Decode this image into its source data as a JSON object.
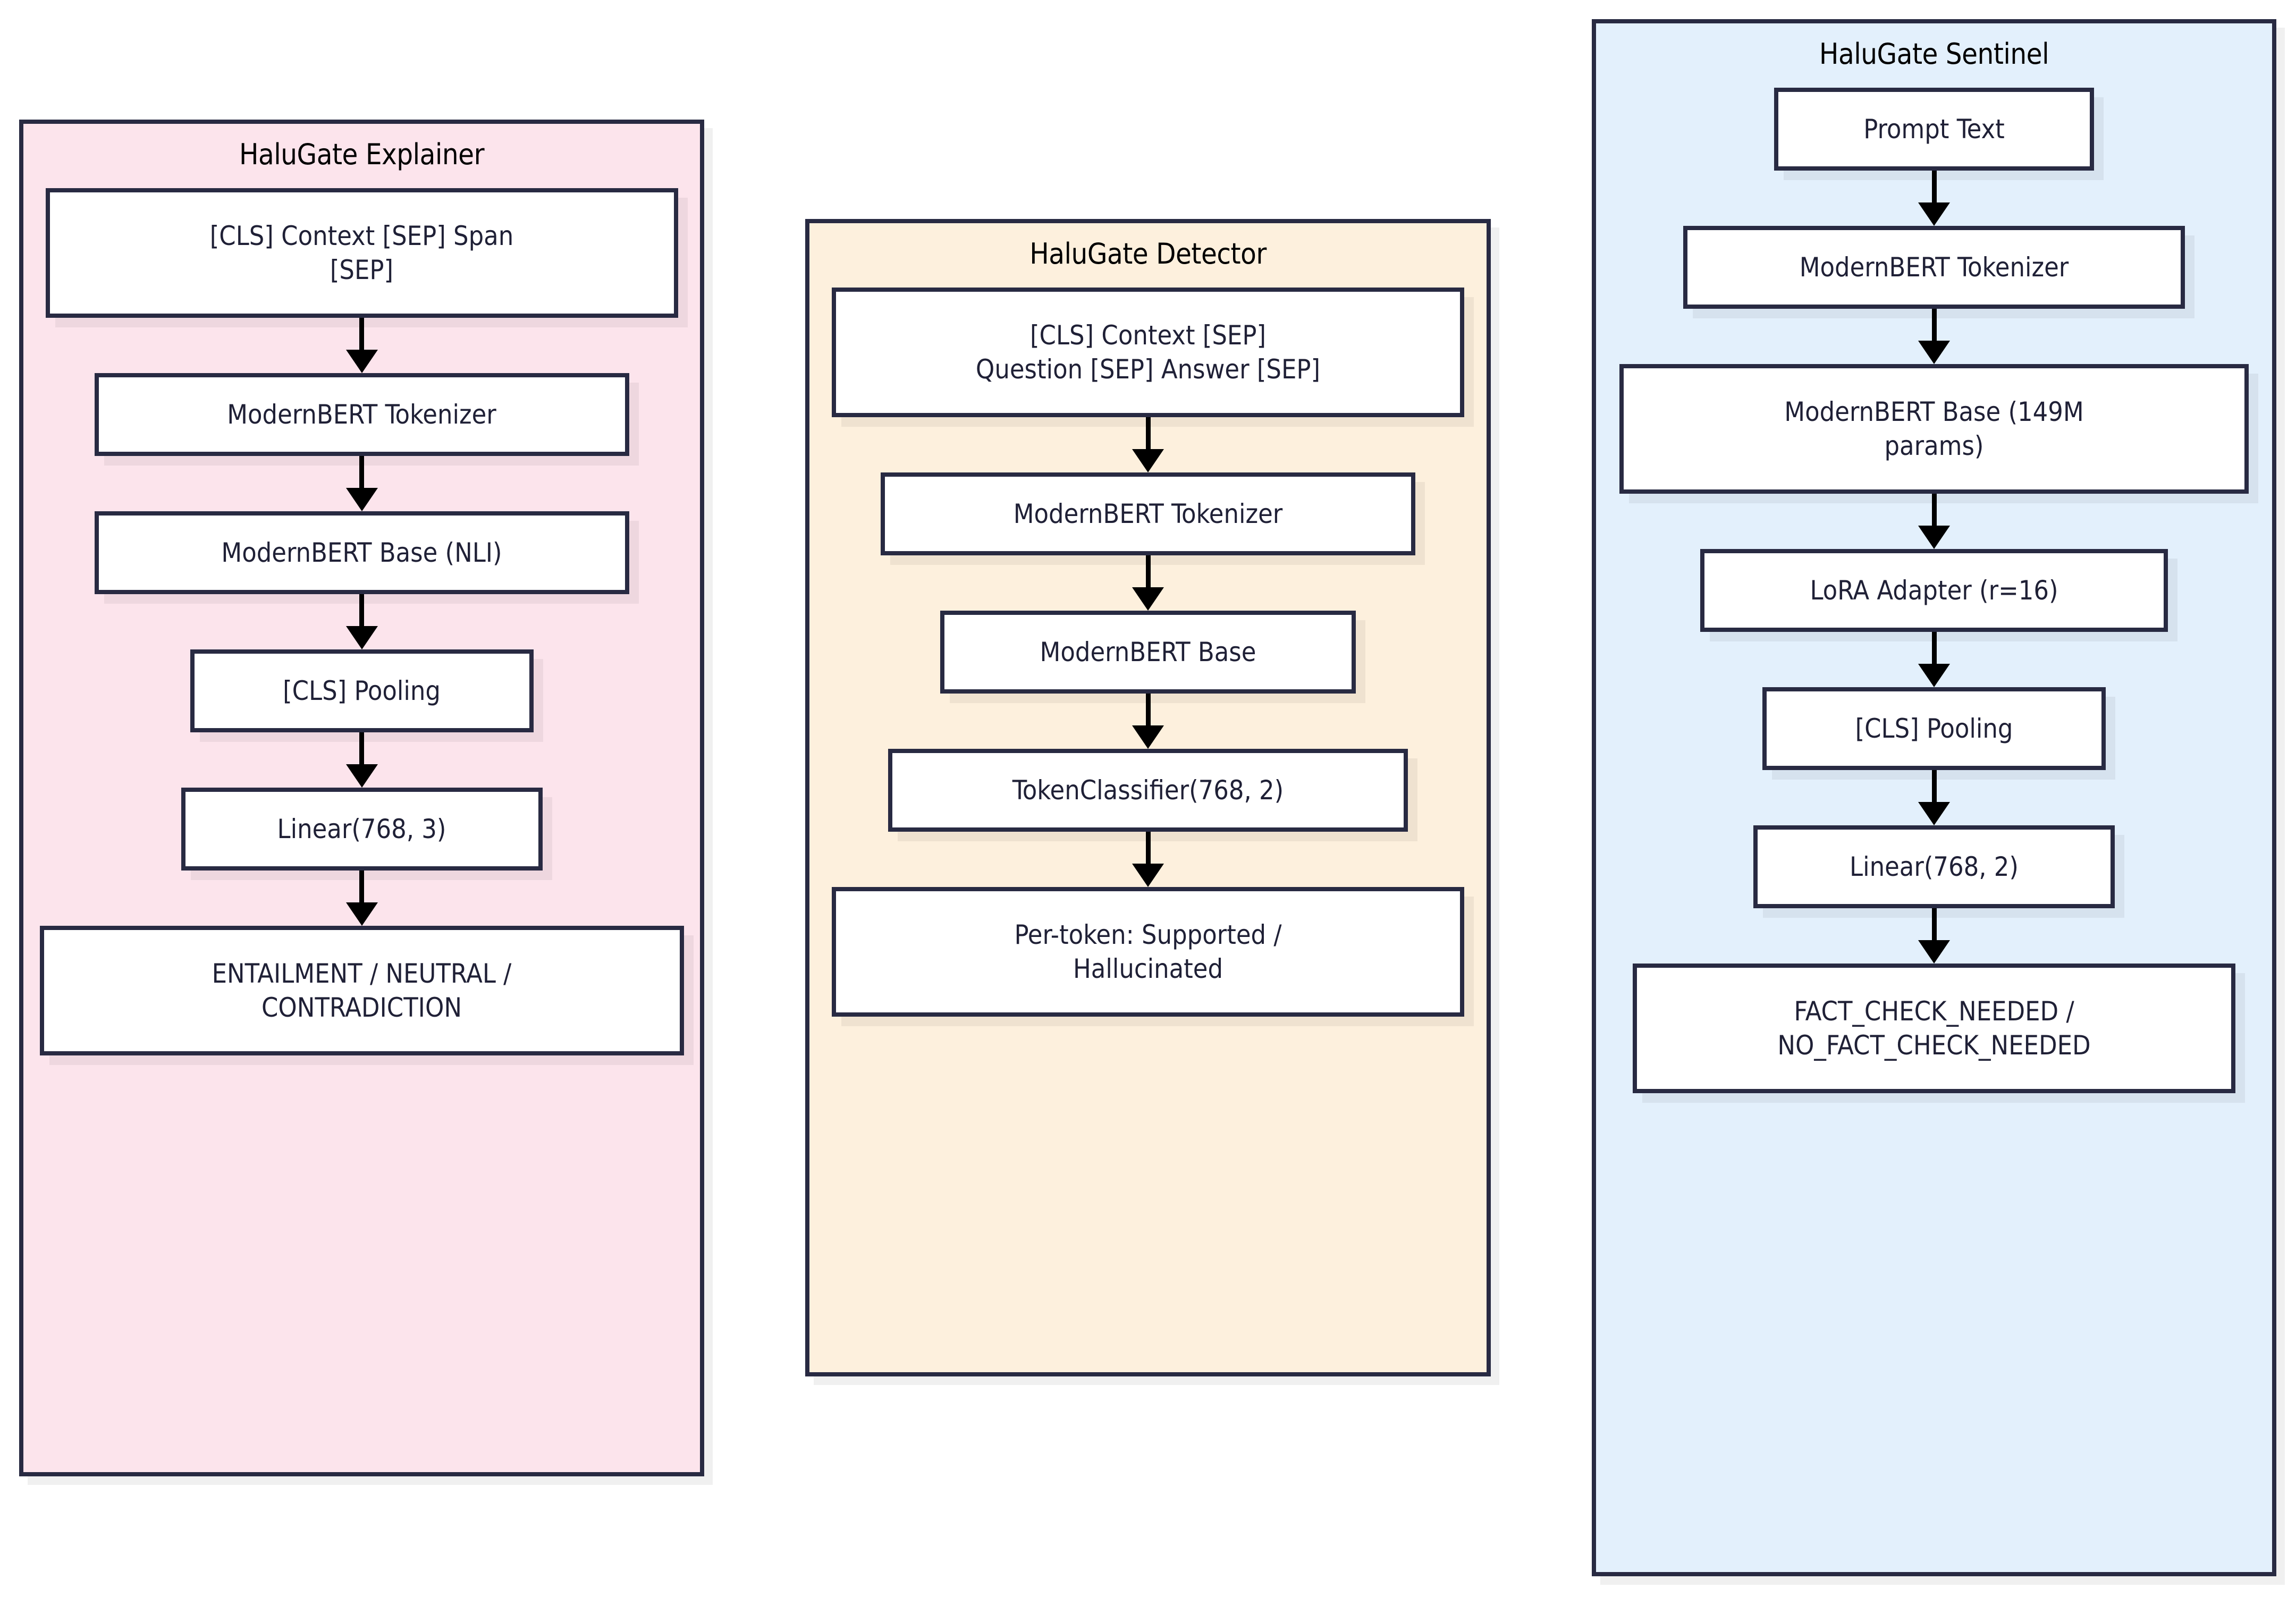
{
  "diagram": {
    "type": "flowchart",
    "orientation": "top-to-bottom",
    "panels": [
      {
        "id": "explainer",
        "title": "HaluGate Explainer",
        "color": "#fce4ec",
        "nodes": [
          {
            "id": "exp-input",
            "label": "[CLS] Context [SEP] Span\n[SEP]"
          },
          {
            "id": "exp-tokenizer",
            "label": "ModernBERT Tokenizer"
          },
          {
            "id": "exp-base",
            "label": "ModernBERT Base (NLI)"
          },
          {
            "id": "exp-pooling",
            "label": "[CLS] Pooling"
          },
          {
            "id": "exp-linear",
            "label": "Linear(768, 3)"
          },
          {
            "id": "exp-output",
            "label": "ENTAILMENT / NEUTRAL /\nCONTRADICTION"
          }
        ]
      },
      {
        "id": "detector",
        "title": "HaluGate Detector",
        "color": "#fdf0dd",
        "nodes": [
          {
            "id": "det-input",
            "label": "[CLS] Context [SEP]\nQuestion [SEP] Answer [SEP]"
          },
          {
            "id": "det-tokenizer",
            "label": "ModernBERT Tokenizer"
          },
          {
            "id": "det-base",
            "label": "ModernBERT Base"
          },
          {
            "id": "det-classifier",
            "label": "TokenClassifier(768, 2)"
          },
          {
            "id": "det-output",
            "label": "Per-token: Supported /\nHallucinated"
          }
        ]
      },
      {
        "id": "sentinel",
        "title": "HaluGate Sentinel",
        "color": "#e3f0fc",
        "nodes": [
          {
            "id": "sen-input",
            "label": "Prompt Text"
          },
          {
            "id": "sen-tokenizer",
            "label": "ModernBERT Tokenizer"
          },
          {
            "id": "sen-base",
            "label": "ModernBERT Base (149M\nparams)"
          },
          {
            "id": "sen-lora",
            "label": "LoRA Adapter (r=16)"
          },
          {
            "id": "sen-pooling",
            "label": "[CLS] Pooling"
          },
          {
            "id": "sen-linear",
            "label": "Linear(768, 2)"
          },
          {
            "id": "sen-output",
            "label": "FACT_CHECK_NEEDED /\nNO_FACT_CHECK_NEEDED"
          }
        ]
      }
    ],
    "stroke_color": "#282a42",
    "node_fill": "#ffffff",
    "node_text_color": "#1f2036",
    "arrow_color": "#000000"
  }
}
